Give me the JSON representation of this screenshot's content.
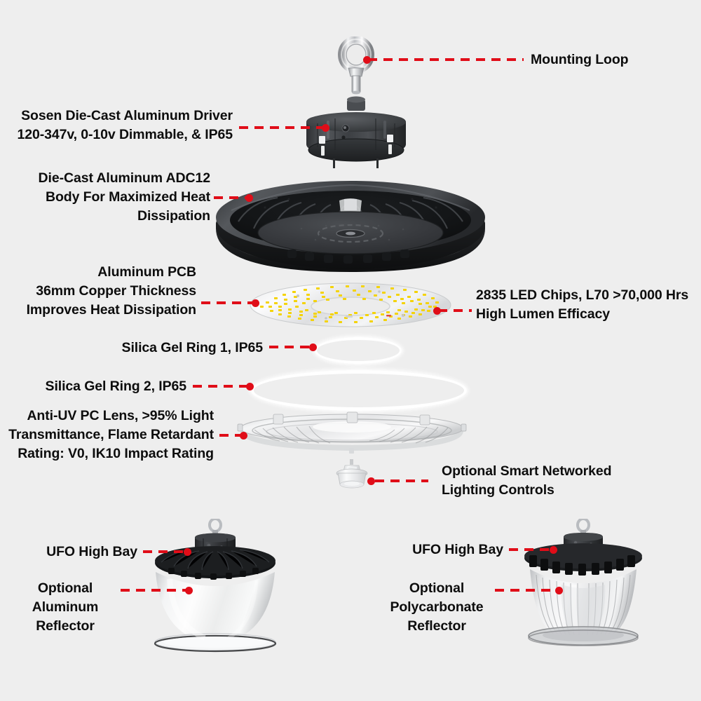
{
  "diagram": {
    "title": "UFO High Bay Exploded Component Diagram",
    "background_color": "#eeeeee",
    "accent_color": "#e00d18",
    "text_color": "#0d0d0d"
  },
  "callouts": {
    "mounting_loop": "Mounting Loop",
    "driver": "Sosen Die-Cast Aluminum Driver\n120-347v, 0-10v Dimmable, & IP65",
    "body": "Die-Cast Aluminum ADC12\nBody For Maximized Heat\nDissipation",
    "pcb": "Aluminum PCB\n36mm Copper Thickness\nImproves Heat Dissipation",
    "led_chips": "2835 LED Chips, L70 >70,000 Hrs\nHigh Lumen Efficacy",
    "silica_ring_1": "Silica Gel Ring 1, IP65",
    "silica_ring_2": "Silica Gel Ring 2, IP65",
    "lens": "Anti-UV PC Lens, >95% Light\nTransmittance, Flame Retardant\nRating: V0, IK10 Impact Rating",
    "controls": "Optional Smart Networked\nLighting Controls",
    "left_product_title": "UFO High Bay",
    "left_product_reflector": "Optional\nAluminum\nReflector",
    "right_product_title": "UFO High Bay",
    "right_product_reflector": "Optional\nPolycarbonate\nReflector"
  },
  "parts": {
    "mounting_loop": "mounting-loop-eyebolt",
    "driver": "driver-housing",
    "body": "heatsink-body",
    "pcb": "led-pcb-disc",
    "silica_ring_1": "silicone-gasket-ring-small",
    "silica_ring_2": "silicone-gasket-ring-large",
    "lens": "polycarbonate-lens",
    "controls": "smart-sensor-module",
    "left_product": "high-bay-with-aluminum-reflector",
    "right_product": "high-bay-with-polycarbonate-reflector"
  }
}
